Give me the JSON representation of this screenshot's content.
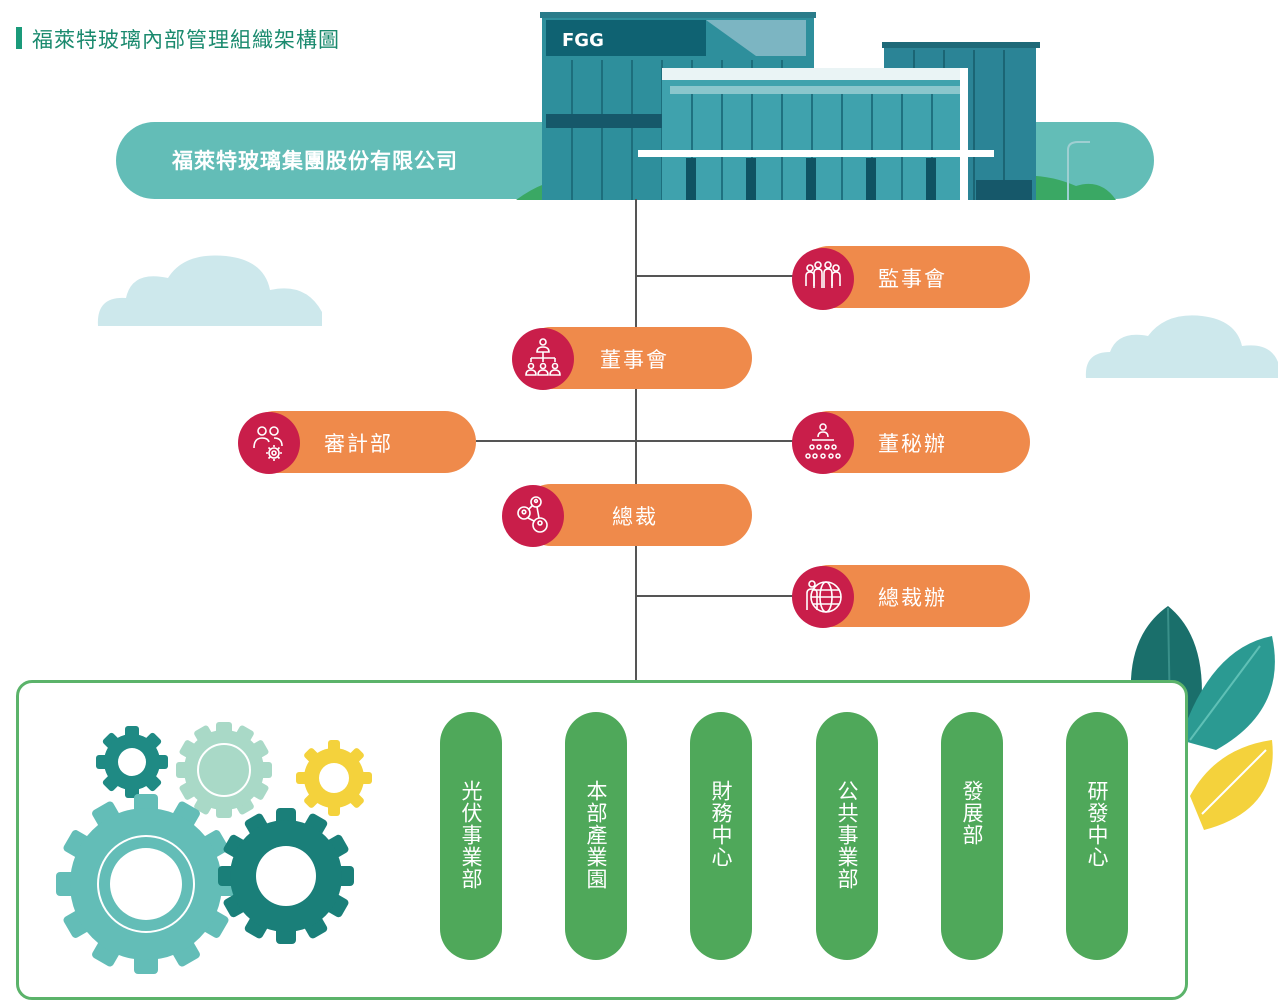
{
  "title": "福萊特玻璃內部管理組織架構圖",
  "building": {
    "logo_text": "FGG"
  },
  "company": {
    "name": "福萊特玻璃集團股份有限公司"
  },
  "nodes": {
    "supervisors": "監事會",
    "board": "董事會",
    "audit": "審計部",
    "board_secretary": "董秘辦",
    "president": "總裁",
    "president_office": "總裁辦"
  },
  "departments": [
    {
      "label": "光伏事業部"
    },
    {
      "label": "本部產業園"
    },
    {
      "label": "財務中心"
    },
    {
      "label": "公共事業部"
    },
    {
      "label": "發展部"
    },
    {
      "label": "研發中心"
    }
  ],
  "colors": {
    "teal": "#63bdb7",
    "orange": "#ef8a4b",
    "crimson": "#c91e4a",
    "green": "#4fa85a",
    "title_green": "#1a8a6e"
  }
}
